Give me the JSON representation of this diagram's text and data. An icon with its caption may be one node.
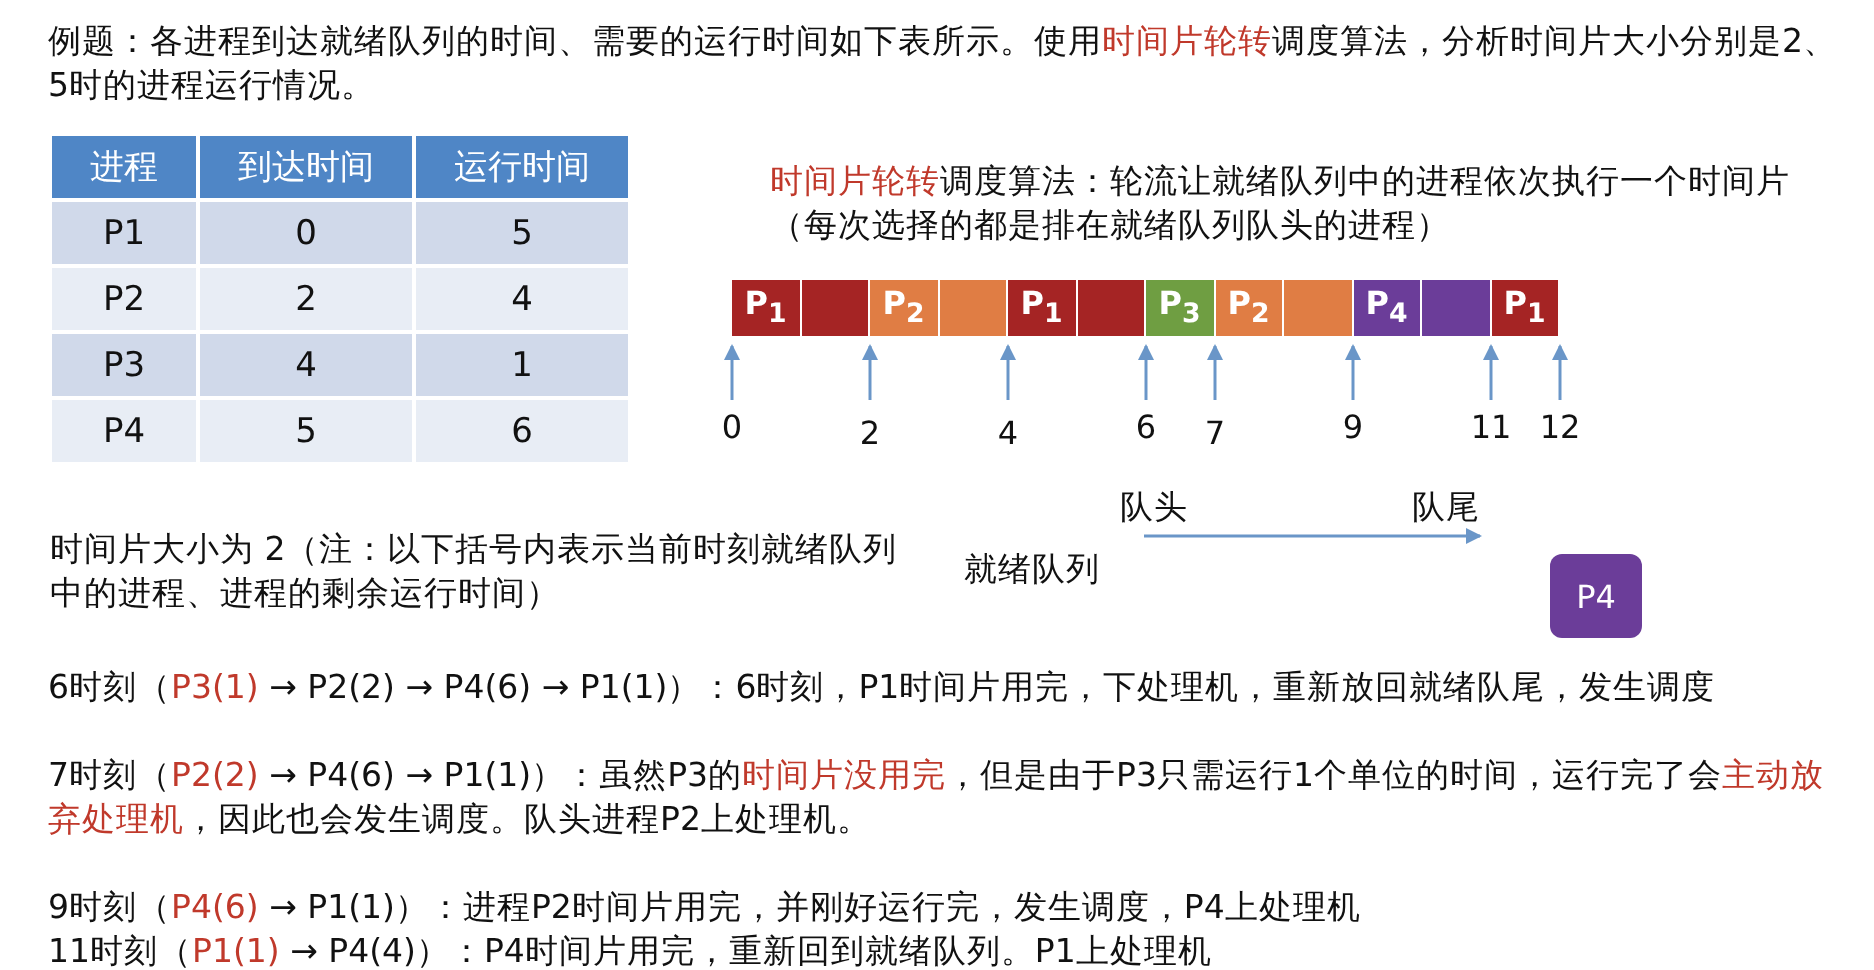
{
  "diagram": {
    "nodes": [
      {
        "text": [
          "P$_{1}$"
        ]
      },
      {
        "text": [],
        "shape": "box"
      },
      {
        "text": [
          "P$_{2}$"
        ]
      },
      {
        "text": [],
        "shape": "box"
      },
      {
        "text": [
          "P$_{1}$"
        ]
      },
      {
        "text": [],
        "shape": "box"
      },
      {
        "text": [
          "P$_{3}$"
        ]
      },
      {
        "text": [
          "P$_{2}$"
        ]
      },
      {
        "text": [],
        "shape": "box"
      },
      {
        "text": [
          "P$_{4}$"
        ]
      },
      {
        "text": [],
        "shape": "box"
      },
      {
        "text": [
          "P$_{1}$"
        ]
      },
      {
        "text": [
          "P4"
        ]
      }
    ],
    "edges": [],
    "labels": [
      "例题：各进程到达就绪队列的时间、需要的运行时间如下表所示。使用**时间片轮转**调度算法，分析时间片大小分别是2、5时的进程运行情况。",
      "进程",
      "到达时间",
      "运行时间",
      "P1",
      "0",
      "5",
      "P2",
      "2",
      "4",
      "P3",
      "4",
      "1",
      "P4",
      "5",
      "6",
      "**时间片轮转**调度算法：轮流让就绪队列中的进程依次执行一个时间片（每次选择的都是排在就绪队列队头的进程）",
      "0",
      "2",
      "4",
      "6",
      "7",
      "9",
      "11",
      "12",
      "队头",
      "队尾",
      "时间片大小为 2（注：以下括号内表示当前时刻就绪队列中的进程、进程的剩余运行时间）",
      "就绪队列",
      "6时刻（**P3(1)** → P2(2) → P4(6) → P1(1)）：6时刻，P1时间片用完，下处理机，重新放回就绪队尾，发生调度",
      "7时刻（**P2(2)** → P4(6) → P1(1)）：虽然P3的**时间片没用完**，但是由于P3只需运行1个单位的时间，运行完了会**主动放弃处理机**，因此也会发生调度。队头进程P2上处理机。",
      "9时刻（**P4(6)** → P1(1)）：进程P2时间片用完，并刚好运行完，发生调度，P4上处理机",
      "11时刻（**P1(1)** → P4(4)）：P4时间片用完，重新回到就绪队列。P1上处理机"
    ]
  }
}
